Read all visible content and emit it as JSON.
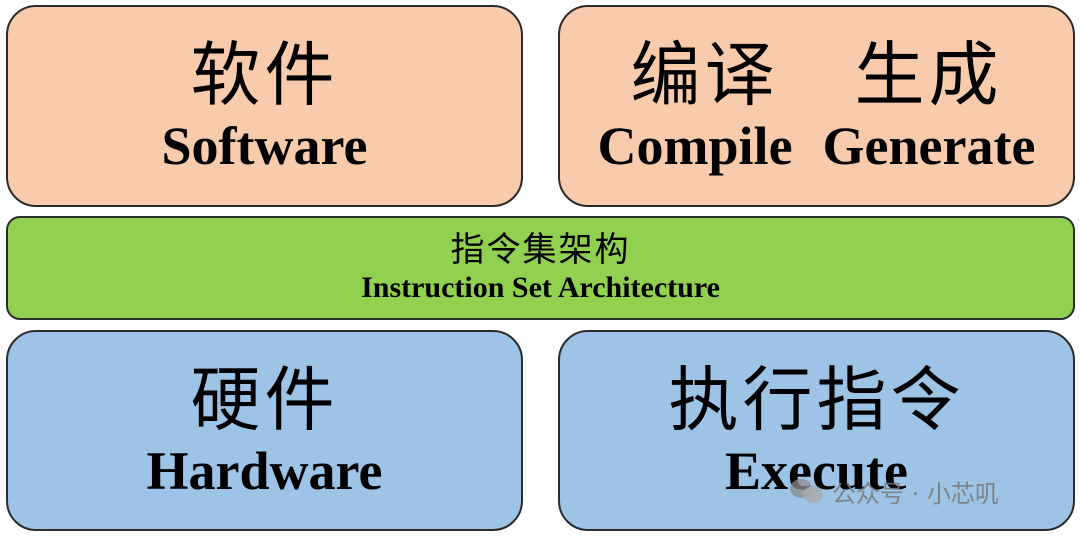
{
  "software": {
    "zh": "软件",
    "en": "Software"
  },
  "compile_generate": {
    "zh_left": "编译",
    "zh_right": "生成",
    "en_left": "Compile",
    "en_right": "Generate"
  },
  "isa": {
    "zh": "指令集架构",
    "en": "Instruction Set Architecture"
  },
  "hardware": {
    "zh": "硬件",
    "en": "Hardware"
  },
  "execute": {
    "zh": "执行指令",
    "en": "Execute"
  },
  "watermark": {
    "text": "公众号 · 小芯叽",
    "icon": "wechat-icon"
  },
  "colors": {
    "top_boxes": "#f8cbad",
    "isa_band": "#92d050",
    "bottom_boxes": "#9dc3e6",
    "border": "#2b2b2b"
  }
}
